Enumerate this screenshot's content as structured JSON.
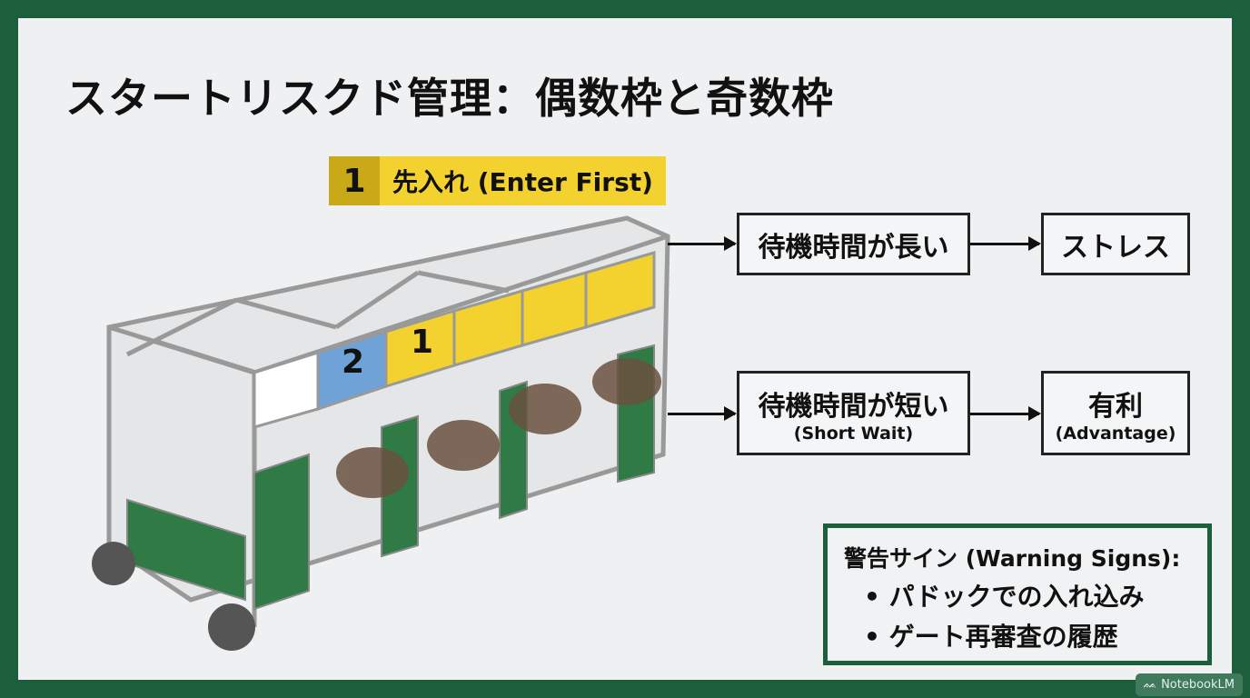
{
  "title": "スタートリスクド管理：偶数枠と奇数枠",
  "enter_label": {
    "number": "1",
    "text": "先入れ (Enter First)"
  },
  "illustration": {
    "gate_numbers": [
      "2",
      "1"
    ],
    "colors": {
      "yellow": "#f3d230",
      "blue": "#6fa3d8",
      "green": "#2f7a45"
    }
  },
  "flow": {
    "long": {
      "cause": "待機時間が長い",
      "effect": "ストレス"
    },
    "short": {
      "cause": "待機時間が短い",
      "cause_sub": "(Short Wait)",
      "effect": "有利",
      "effect_sub": "(Advantage)"
    }
  },
  "warning": {
    "heading": "警告サイン (Warning Signs):",
    "items": [
      "• パドックでの入れ込み",
      "• ゲート再審査の履歴"
    ]
  },
  "badge": "ᨐ NotebookLM"
}
